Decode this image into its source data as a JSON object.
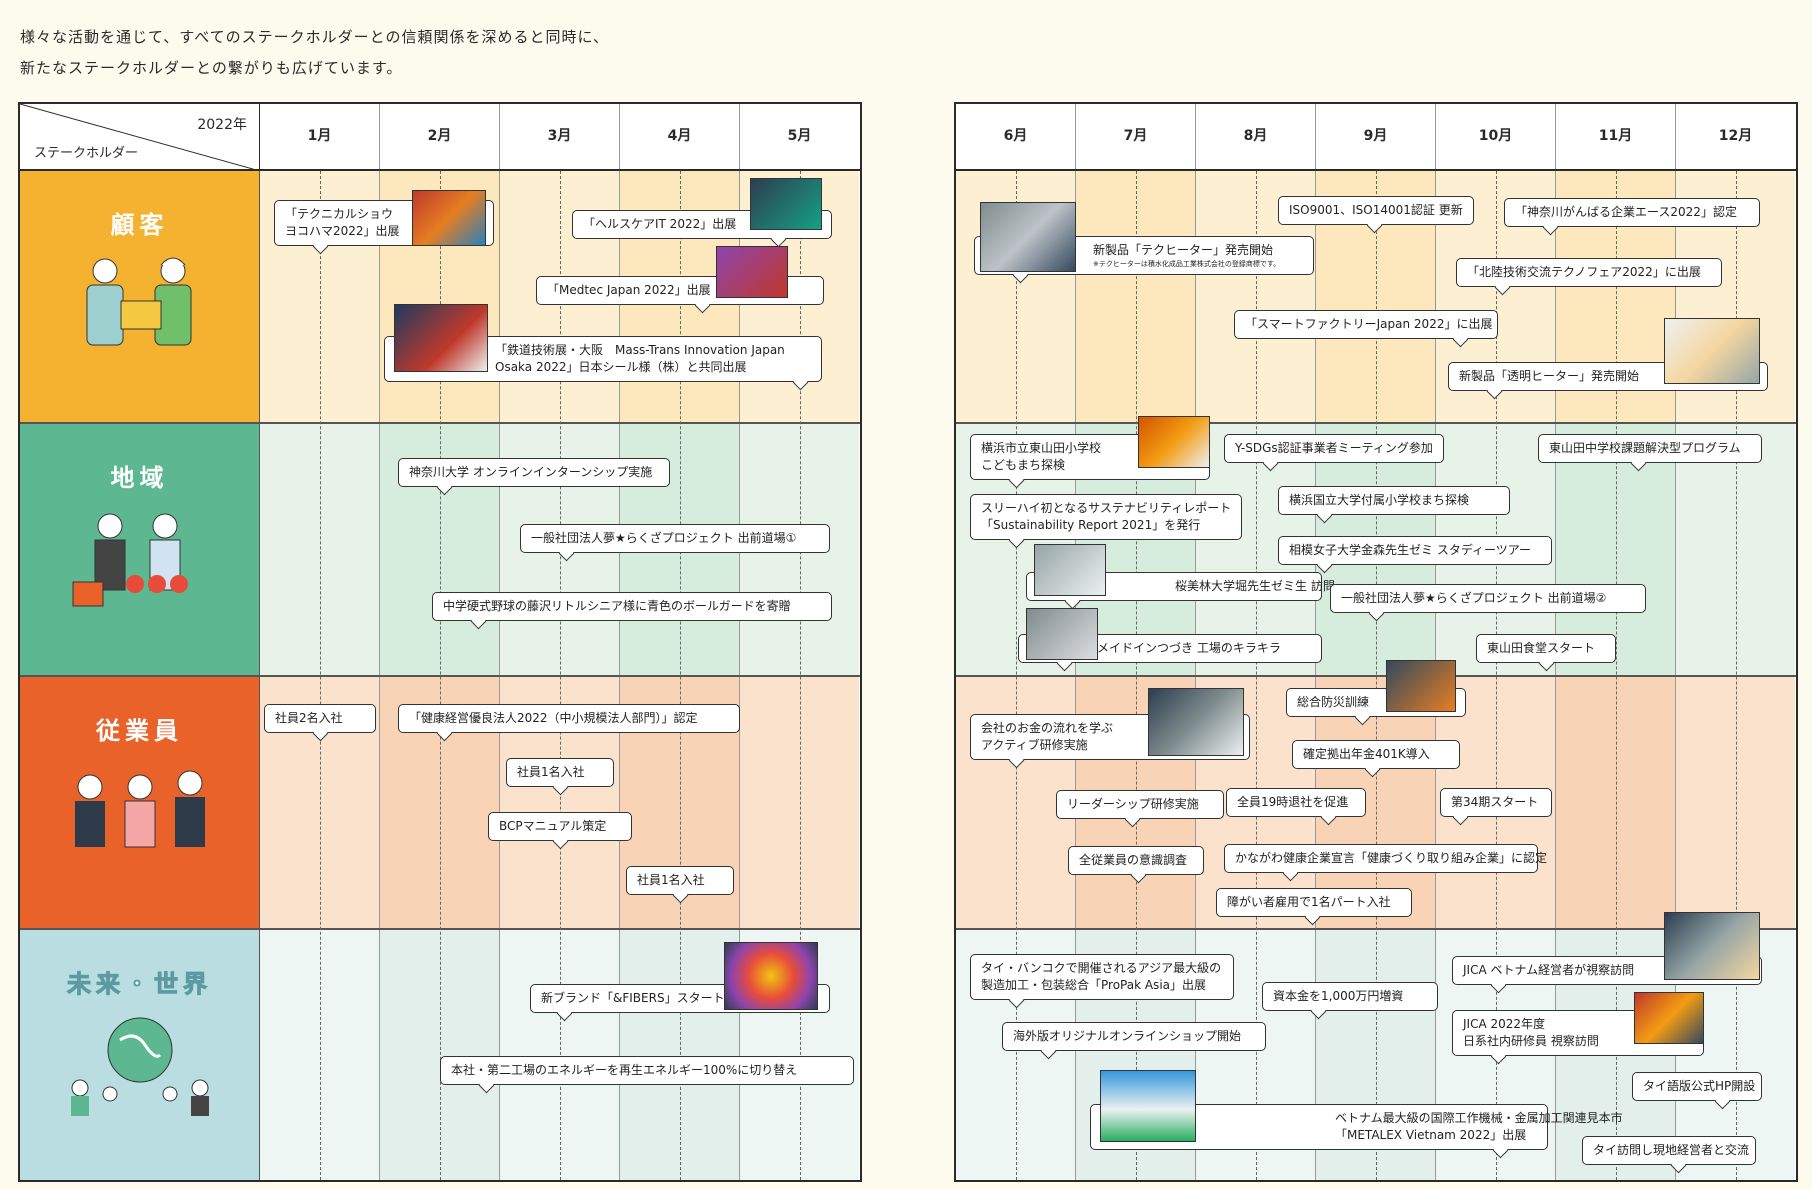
{
  "intro": {
    "line1": "様々な活動を通じて、すべてのステークホルダーとの信頼関係を深めると同時に、",
    "line2": "新たなステークホルダーとの繋がりも広げています。"
  },
  "corner": {
    "year": "2022年",
    "stakeholder": "ステークホルダー"
  },
  "months_left": [
    "1月",
    "2月",
    "3月",
    "4月",
    "5月"
  ],
  "months_right": [
    "6月",
    "7月",
    "8月",
    "9月",
    "10月",
    "11月",
    "12月"
  ],
  "categories": {
    "customer": "顧客",
    "region": "地域",
    "employee": "従業員",
    "future": "未来・世界"
  },
  "colors": {
    "customer": "#f5b130",
    "region": "#5db892",
    "employee": "#e8622a",
    "future": "#b9dde0"
  },
  "events": {
    "c1": [
      "「テクニカルショウ",
      "ヨコハマ2022」出展"
    ],
    "c2": "「ヘルスケアIT 2022」出展",
    "c3": "「Medtec Japan 2022」出展",
    "c4": [
      "「鉄道技術展・大阪　Mass-Trans Innovation Japan",
      "Osaka 2022」日本シール様（株）と共同出展"
    ],
    "r1": "神奈川大学 オンラインインターンシップ実施",
    "r2": "一般社団法人夢★らくざプロジェクト 出前道場①",
    "r3": "中学硬式野球の藤沢リトルシニア様に青色のボールガードを寄贈",
    "e1": "社員2名入社",
    "e2": "「健康経営優良法人2022（中小規模法人部門）」認定",
    "e3": "社員1名入社",
    "e4": "BCPマニュアル策定",
    "e5": "社員1名入社",
    "f1": "新ブランド「&FIBERS」スタート",
    "f2": "本社・第二工場のエネルギーを再生エネルギー100%に切り替え",
    "c5": "新製品「テクヒーター」発売開始",
    "c5note": "※テクヒーターは積水化成品工業株式会社の登録商標です。",
    "c6": "ISO9001、ISO14001認証 更新",
    "c7": "「神奈川がんばる企業エース2022」認定",
    "c8": "「北陸技術交流テクノフェア2022」に出展",
    "c9": "「スマートファクトリーJapan 2022」に出展",
    "c10": "新製品「透明ヒーター」発売開始",
    "r4": [
      "横浜市立東山田小学校",
      "こどもまち探検"
    ],
    "r5": "Y-SDGs認証事業者ミーティング参加",
    "r6": "東山田中学校課題解決型プログラム",
    "r7": [
      "スリーハイ初となるサステナビリティレポート",
      "「Sustainability Report 2021」を発行"
    ],
    "r8": "横浜国立大学付属小学校まち探検",
    "r9": "相模女子大学金森先生ゼミ スタディーツアー",
    "r10": "桜美林大学堀先生ゼミ生 訪問",
    "r11": "一般社団法人夢★らくざプロジェクト 出前道場②",
    "r12": "メイドインつづき 工場のキラキラ",
    "r13": "東山田食堂スタート",
    "e6": "総合防災訓練",
    "e7": [
      "会社のお金の流れを学ぶ",
      "アクティブ研修実施"
    ],
    "e8": "確定拠出年金401K導入",
    "e9": "リーダーシップ研修実施",
    "e10": "全員19時退社を促進",
    "e11": "第34期スタート",
    "e12": "全従業員の意識調査",
    "e13": "かながわ健康企業宣言「健康づくり取り組み企業」に認定",
    "e14": "障がい者雇用で1名パート入社",
    "f3": [
      "タイ・バンコクで開催されるアジア最大級の",
      "製造加工・包装総合「ProPak Asia」出展"
    ],
    "f4": "資本金を1,000万円増資",
    "f5": "JICA ベトナム経営者が視察訪問",
    "f6": [
      "JICA 2022年度",
      "日系社内研修員 視察訪問"
    ],
    "f7": "海外版オリジナルオンラインショップ開始",
    "f8": "タイ語版公式HP開設",
    "f9": [
      "ベトナム最大級の国際工作機械・金属加工関連見本市",
      "「METALEX Vietnam 2022」出展"
    ],
    "f10": "タイ訪問し現地経営者と交流"
  }
}
